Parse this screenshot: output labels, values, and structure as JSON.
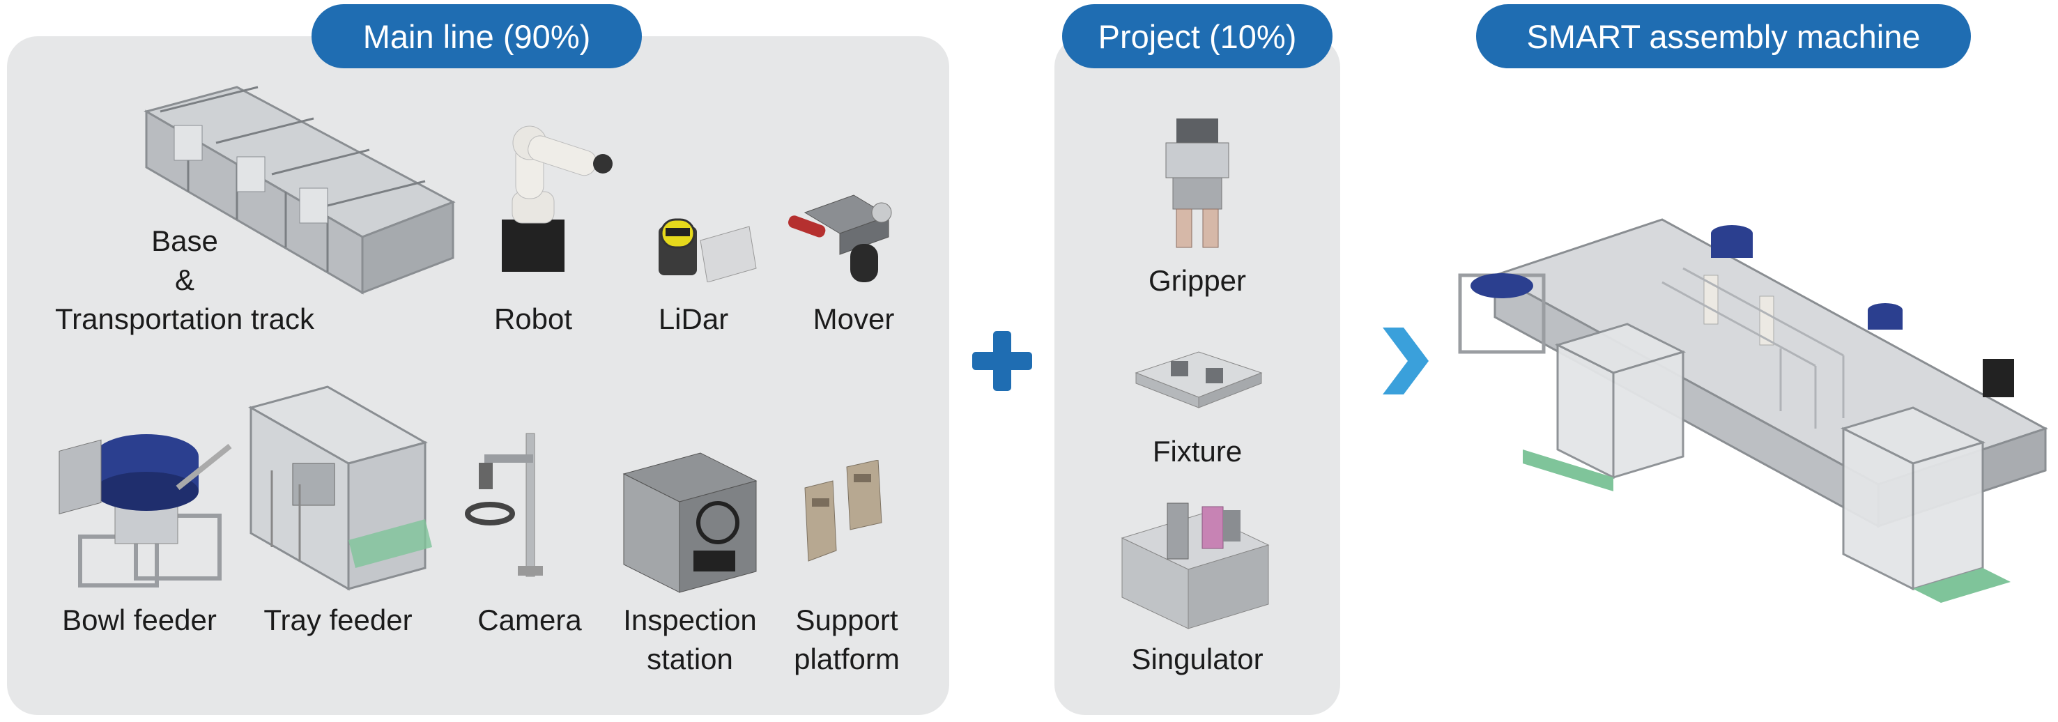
{
  "main_line": {
    "title": "Main line (90%)",
    "components": [
      {
        "id": "base",
        "label_lines": [
          "Base",
          "&",
          "Transportation track"
        ]
      },
      {
        "id": "robot",
        "label_lines": [
          "Robot"
        ]
      },
      {
        "id": "lidar",
        "label_lines": [
          "LiDar"
        ]
      },
      {
        "id": "mover",
        "label_lines": [
          "Mover"
        ]
      },
      {
        "id": "bowl",
        "label_lines": [
          "Bowl feeder"
        ]
      },
      {
        "id": "tray",
        "label_lines": [
          "Tray feeder"
        ]
      },
      {
        "id": "camera",
        "label_lines": [
          "Camera"
        ]
      },
      {
        "id": "inspection",
        "label_lines": [
          "Inspection",
          "station"
        ]
      },
      {
        "id": "support",
        "label_lines": [
          "Support",
          "platform"
        ]
      }
    ]
  },
  "project": {
    "title": "Project (10%)",
    "components": [
      {
        "id": "gripper",
        "label_lines": [
          "Gripper"
        ]
      },
      {
        "id": "fixture",
        "label_lines": [
          "Fixture"
        ]
      },
      {
        "id": "singulator",
        "label_lines": [
          "Singulator"
        ]
      }
    ]
  },
  "result": {
    "title": "SMART assembly machine"
  },
  "colors": {
    "accent_blue": "#1f6db2",
    "arrow_blue": "#3aa0db",
    "panel_gray": "#e6e7e8"
  },
  "icons": [
    "plus-icon",
    "chevron-right-icon"
  ]
}
